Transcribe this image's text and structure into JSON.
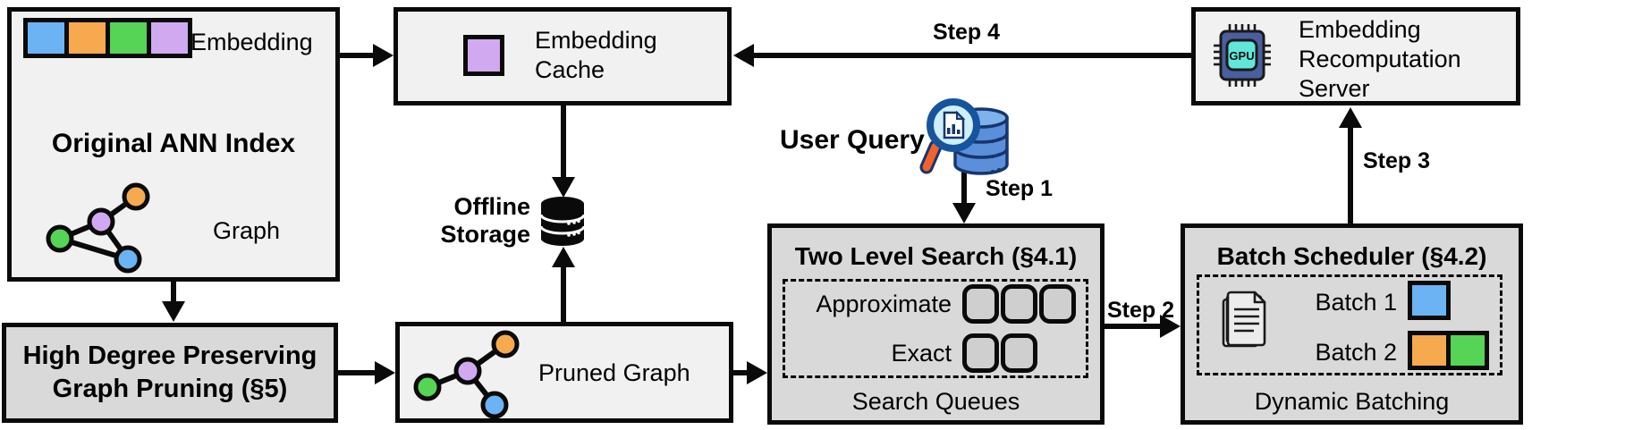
{
  "colors": {
    "blue": "#6cb3f3",
    "orange": "#f7a94f",
    "green": "#55d455",
    "purple": "#d0a9f0",
    "box_light": "#f1f1f1",
    "box_gray": "#d9d9d9",
    "queue_fill": "#cfcfcf",
    "line_black": "#0a0a0a",
    "gpu_chip_body": "#4a5f9e",
    "gpu_chip_inner": "#63e6da",
    "query_db_blue": "#5b8fd9",
    "query_outline_blue": "#17356e",
    "magnifier_lens": "#cdeff8",
    "magnifier_handle": "#f2622a"
  },
  "original_index": {
    "embedding_label": "Embedding",
    "embedding_colors": [
      "blue",
      "orange",
      "green",
      "purple"
    ],
    "title": "Original ANN Index",
    "graph_label": "Graph"
  },
  "high_degree_pruning": {
    "line1": "High Degree Preserving",
    "line2": "Graph Pruning (§5)"
  },
  "embedding_cache": {
    "line1": "Embedding",
    "line2": "Cache",
    "cached_colors": [
      "purple"
    ]
  },
  "offline_storage": {
    "line1": "Offline",
    "line2": "Storage"
  },
  "pruned_graph": {
    "label": "Pruned Graph"
  },
  "user_query": {
    "label": "User Query"
  },
  "two_level_search": {
    "title": "Two Level Search (§4.1)",
    "approximate_label": "Approximate",
    "approximate_queue_count": 3,
    "exact_label": "Exact",
    "exact_queue_count": 2,
    "footer": "Search Queues"
  },
  "batch_scheduler": {
    "title": "Batch Scheduler (§4.2)",
    "batch1_label": "Batch 1",
    "batch1_colors": [
      "blue"
    ],
    "batch2_label": "Batch 2",
    "batch2_colors": [
      "orange",
      "green"
    ],
    "footer": "Dynamic Batching"
  },
  "recomputation_server": {
    "line1": "Embedding",
    "line2": "Recomputation",
    "line3": "Server",
    "gpu_label": "GPU"
  },
  "steps": {
    "step1": "Step 1",
    "step2": "Step 2",
    "step3": "Step 3",
    "step4": "Step 4"
  },
  "icons": {
    "offline_storage": "database-icon",
    "user_query": "magnifier-database-icon",
    "batch_scheduler": "documents-icon",
    "recomputation_server": "gpu-chip-icon"
  }
}
